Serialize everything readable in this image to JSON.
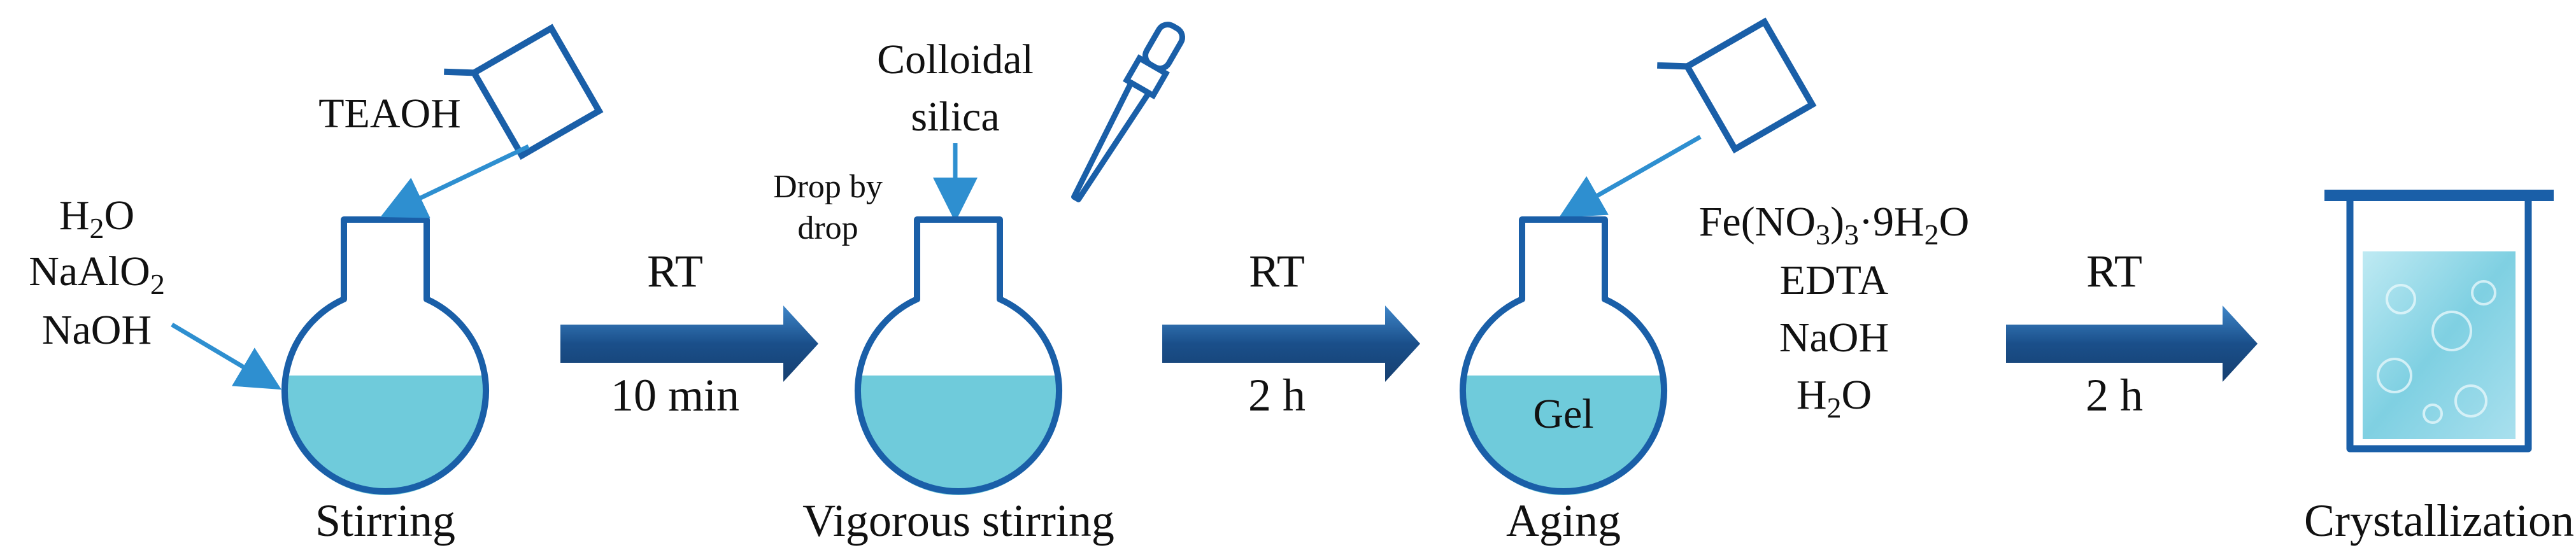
{
  "colors": {
    "outline": "#1a5fa8",
    "liquid": "#6fcbdb",
    "arrow_dark": "#1a4f8a",
    "arrow_light": "#3f86c9",
    "pointer": "#2e8fd0"
  },
  "stages": {
    "s1": {
      "name": "Stirring",
      "reagents": [
        "H2O",
        "NaAlO2",
        "NaOH"
      ],
      "added": "TEAOH"
    },
    "s2": {
      "name": "Vigorous stirring",
      "added_line1": "Colloidal",
      "added_line2": "silica",
      "note_line1": "Drop by",
      "note_line2": "drop"
    },
    "s3": {
      "name": "Aging",
      "content": "Gel",
      "reagent_formula": "Fe(NO3)3·9H2O",
      "reagents": [
        "EDTA",
        "NaOH",
        "H2O"
      ]
    },
    "s4": {
      "name": "Crystallization"
    }
  },
  "steps": [
    {
      "cond": "RT",
      "time": "10 min"
    },
    {
      "cond": "RT",
      "time": "2 h"
    },
    {
      "cond": "RT",
      "time": "2 h"
    }
  ],
  "icons": [
    "flask-icon",
    "beaker-icon",
    "dropper-icon",
    "vessel-icon",
    "arrow-icon"
  ]
}
